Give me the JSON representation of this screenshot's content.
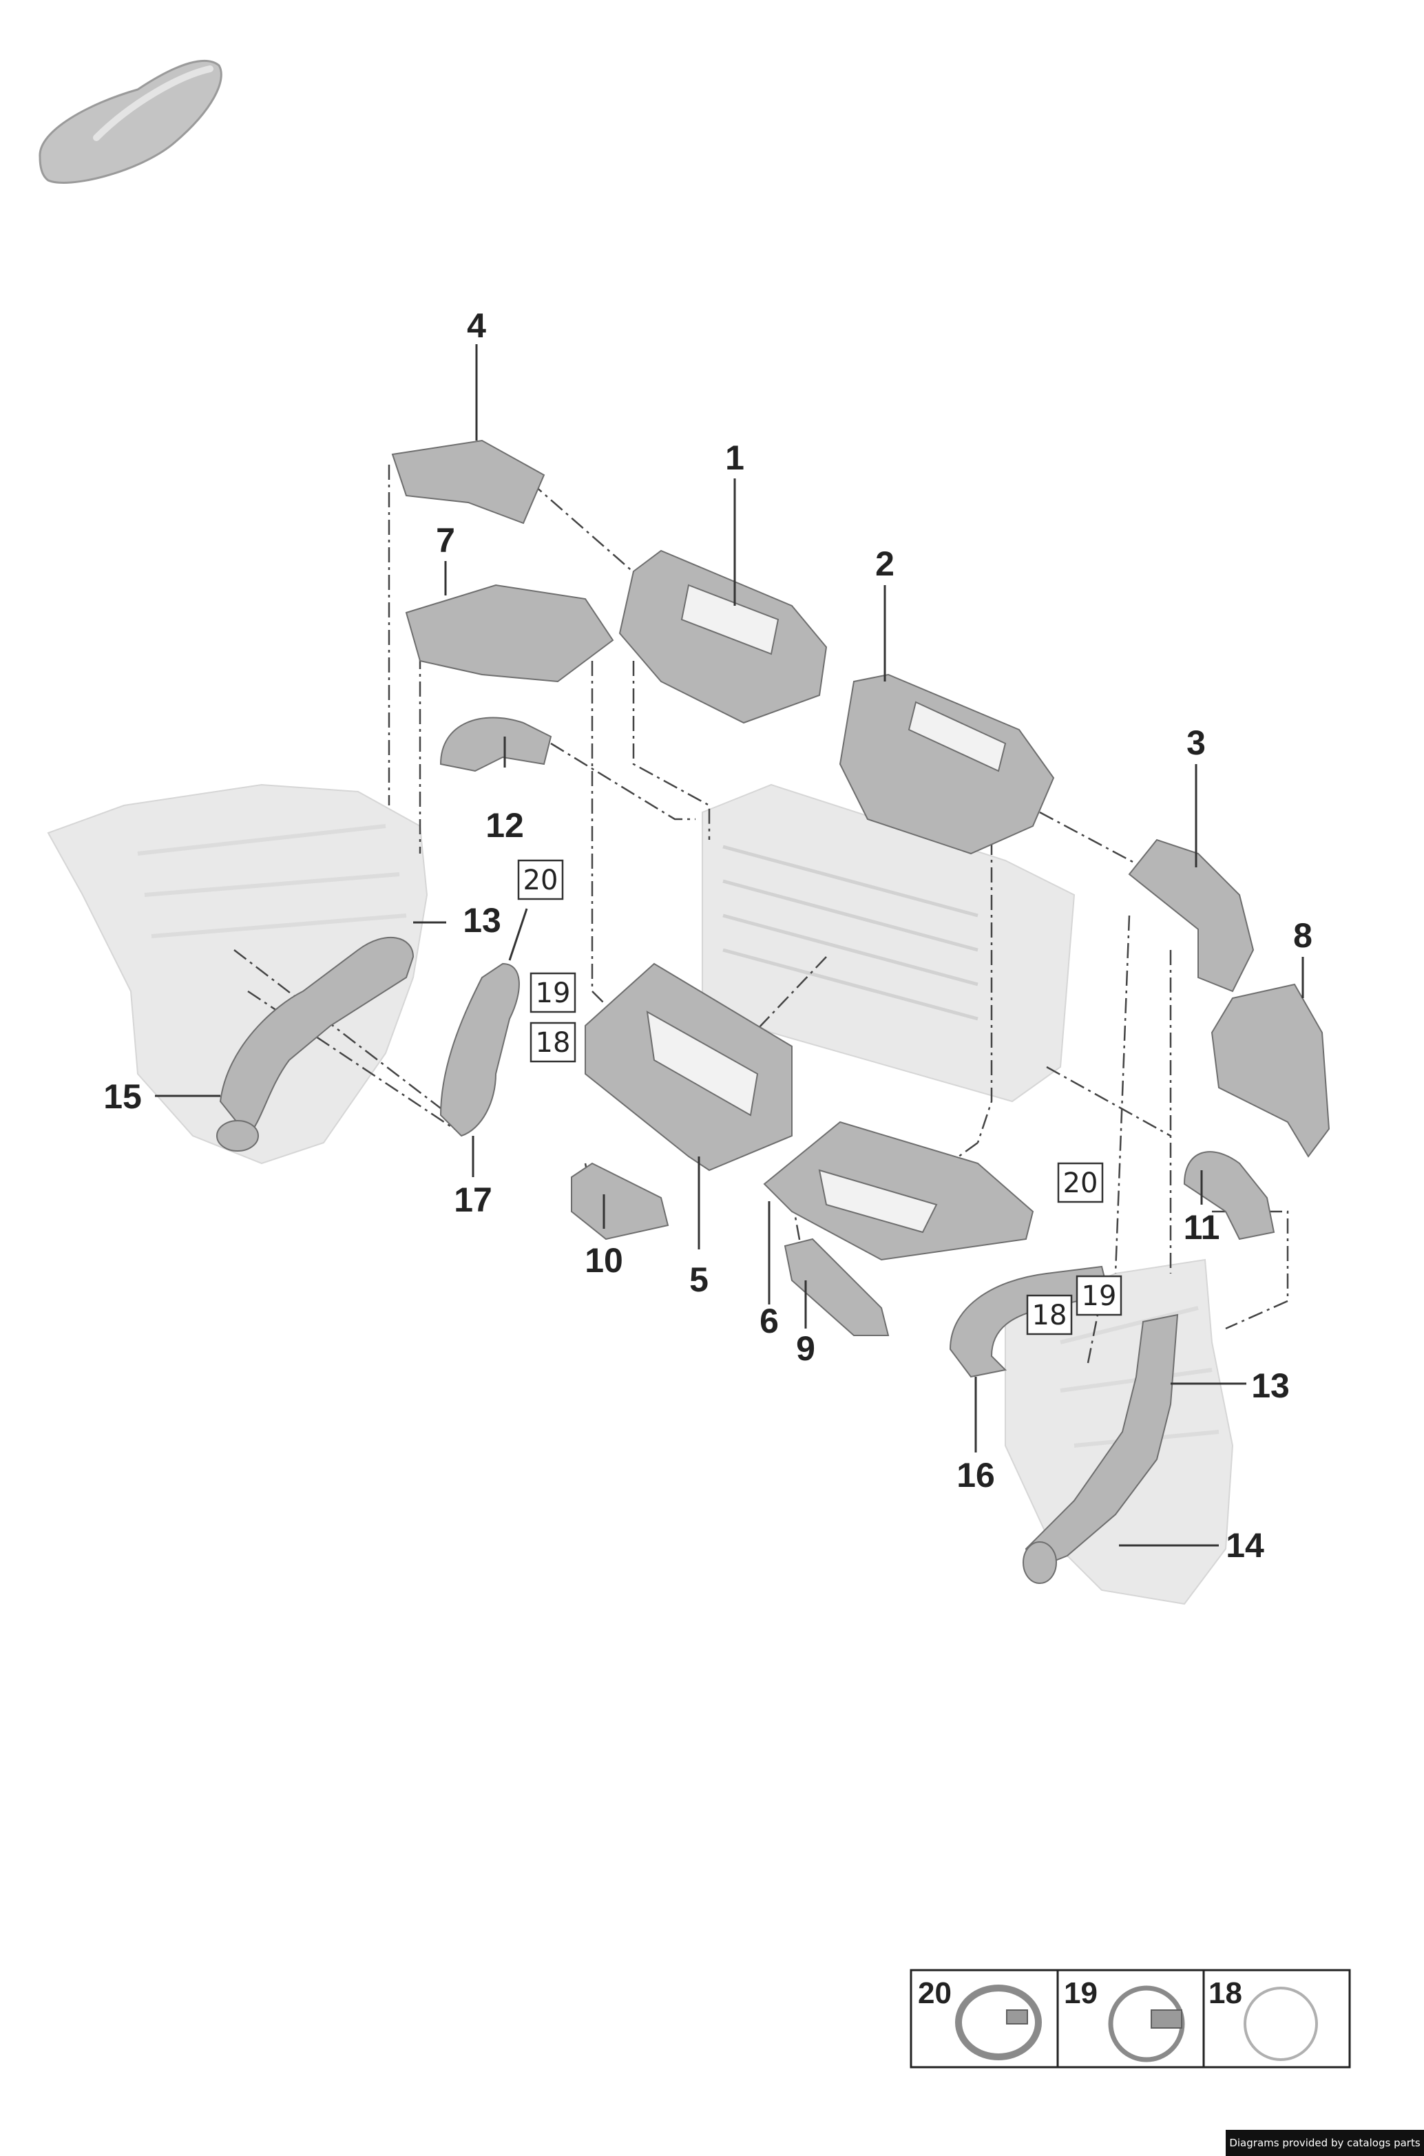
{
  "callouts": {
    "c1": "1",
    "c2": "2",
    "c3": "3",
    "c4": "4",
    "c5": "5",
    "c6": "6",
    "c7": "7",
    "c8": "8",
    "c9": "9",
    "c10": "10",
    "c11": "11",
    "c12": "12",
    "c13a": "13",
    "c13b": "13",
    "c14": "14",
    "c15": "15",
    "c16": "16",
    "c17": "17"
  },
  "boxed": {
    "b20a": "20",
    "b19a": "19",
    "b18a": "18",
    "b20b": "20",
    "b19b": "19",
    "b18b": "18"
  },
  "legend": {
    "l20": "20",
    "l19": "19",
    "l18": "18"
  },
  "credit": "Diagrams provided by catalogs parts",
  "colors": {
    "part_fill": "#b6b6b6",
    "ghost_fill": "#e9e9e9",
    "text": "#222222",
    "credit_bg": "#111111"
  }
}
